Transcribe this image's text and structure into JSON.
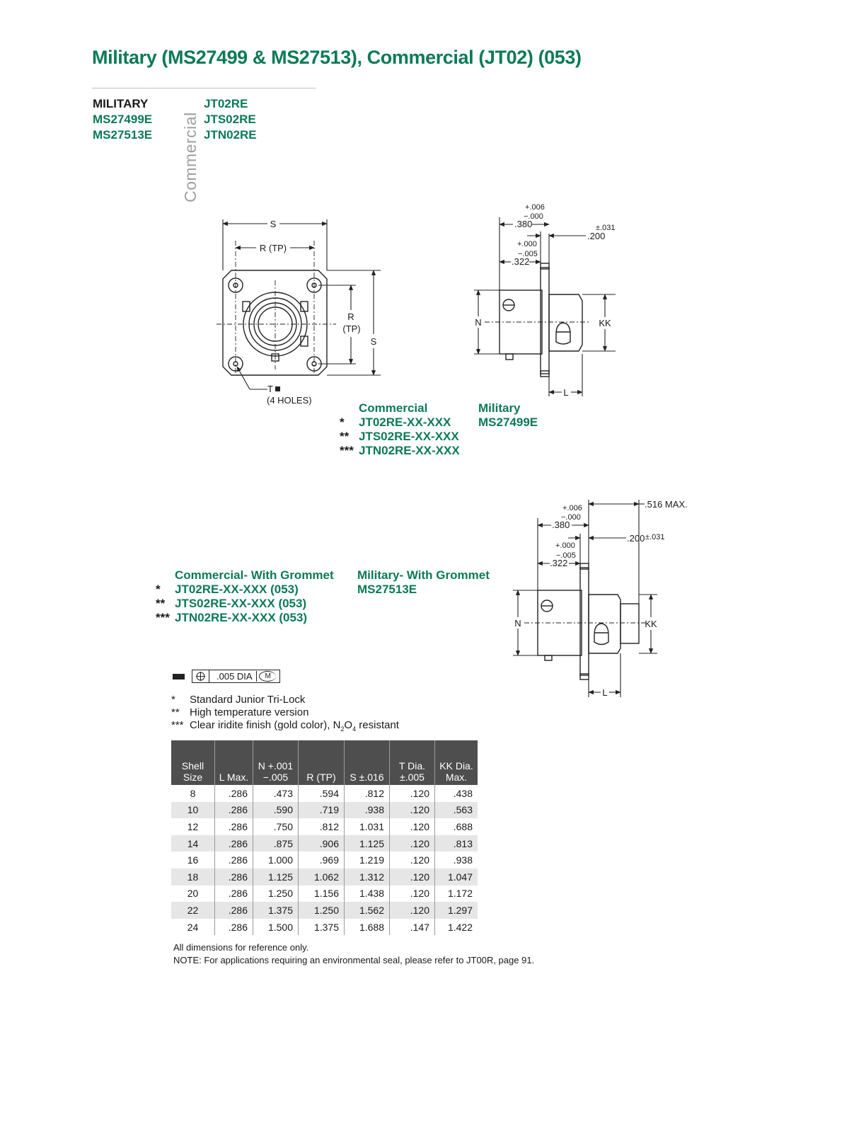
{
  "page": {
    "title": "Military (MS27499 & MS27513), Commercial (JT02) (053)",
    "military_header": "MILITARY",
    "military_parts": [
      "MS27499E",
      "MS27513E"
    ],
    "commercial_vertical": "Commercial",
    "commercial_parts": [
      "JT02RE",
      "JTS02RE",
      "JTN02RE"
    ]
  },
  "front_view": {
    "s": "S",
    "r_tp": "R (TP)",
    "r": "R",
    "tp": "(TP)",
    "s_right": "S",
    "t": "T",
    "holes": "(4 HOLES)"
  },
  "side_view_1": {
    "tol_plus_006": "+.006",
    "tol_minus_000": "−.000",
    "dim_380": ".380",
    "tol_pm_031": "±.031",
    "dim_200": ".200",
    "tol_plus_000": "+.000",
    "tol_minus_005": "−.005",
    "dim_322": ".322",
    "n": "N",
    "kk": "KK",
    "l": "L"
  },
  "side_view_2": {
    "tol_plus_006": "+.006",
    "tol_minus_000": "−.000",
    "dim_380": ".380",
    "dim_516": ".516 MAX.",
    "dim_200": ".200",
    "tol_pm_031": "±.031",
    "tol_plus_000": "+.000",
    "tol_minus_005": "−.005",
    "dim_322": ".322",
    "n": "N",
    "kk": "KK",
    "l": "L"
  },
  "parts_block_1": {
    "commercial_label": "Commercial",
    "military_label": "Military",
    "military_part": "MS27499E",
    "items": [
      {
        "star": "*",
        "part": "JT02RE-XX-XXX"
      },
      {
        "star": "**",
        "part": "JTS02RE-XX-XXX"
      },
      {
        "star": "***",
        "part": "JTN02RE-XX-XXX"
      }
    ]
  },
  "parts_block_2": {
    "commercial_label": "Commercial- With Grommet",
    "military_label": "Military- With Grommet",
    "military_part": "MS27513E",
    "items": [
      {
        "star": "*",
        "part": "JT02RE-XX-XXX (053)"
      },
      {
        "star": "**",
        "part": "JTS02RE-XX-XXX (053)"
      },
      {
        "star": "***",
        "part": "JTN02RE-XX-XXX (053)"
      }
    ]
  },
  "tolerance_frame": {
    "value": ".005 DIA",
    "modifier": "M"
  },
  "notes": [
    {
      "star": "*",
      "text": "Standard Junior Tri-Lock"
    },
    {
      "star": "**",
      "text": "High temperature version"
    },
    {
      "star": "***",
      "text_before": "Clear iridite finish (gold color), N",
      "sub1": "2",
      "text_mid": "O",
      "sub2": "4",
      "text_after": " resistant"
    }
  ],
  "table": {
    "headers": [
      {
        "l1": "Shell",
        "l2": "Size"
      },
      {
        "l1": "",
        "l2": "L Max."
      },
      {
        "l1": "N +.001",
        "l2": "−.005"
      },
      {
        "l1": "",
        "l2": "R (TP)"
      },
      {
        "l1": "",
        "l2": "S ±.016"
      },
      {
        "l1": "T Dia.",
        "l2": "±.005"
      },
      {
        "l1": "KK Dia.",
        "l2": "Max."
      }
    ],
    "rows": [
      [
        "8",
        ".286",
        ".473",
        ".594",
        ".812",
        ".120",
        ".438"
      ],
      [
        "10",
        ".286",
        ".590",
        ".719",
        ".938",
        ".120",
        ".563"
      ],
      [
        "12",
        ".286",
        ".750",
        ".812",
        "1.031",
        ".120",
        ".688"
      ],
      [
        "14",
        ".286",
        ".875",
        ".906",
        "1.125",
        ".120",
        ".813"
      ],
      [
        "16",
        ".286",
        "1.000",
        ".969",
        "1.219",
        ".120",
        ".938"
      ],
      [
        "18",
        ".286",
        "1.125",
        "1.062",
        "1.312",
        ".120",
        "1.047"
      ],
      [
        "20",
        ".286",
        "1.250",
        "1.156",
        "1.438",
        ".120",
        "1.172"
      ],
      [
        "22",
        ".286",
        "1.375",
        "1.250",
        "1.562",
        ".120",
        "1.297"
      ],
      [
        "24",
        ".286",
        "1.500",
        "1.375",
        "1.688",
        ".147",
        "1.422"
      ]
    ]
  },
  "footer": {
    "line1": "All dimensions for reference only.",
    "line2": "NOTE: For applications requiring an environmental seal, please refer to JT00R, page 91."
  }
}
